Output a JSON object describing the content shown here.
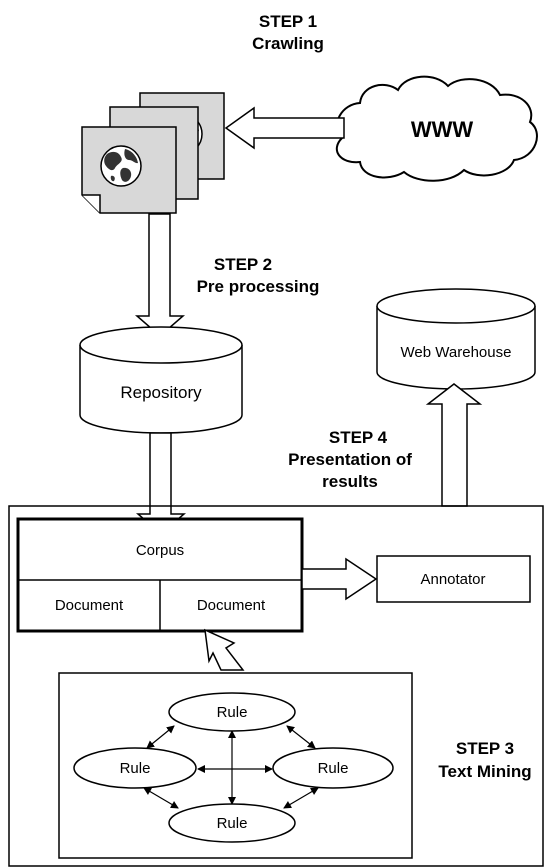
{
  "steps": {
    "step1": {
      "title": "STEP 1",
      "name": "Crawling"
    },
    "step2": {
      "title": "STEP 2",
      "name": "Pre processing"
    },
    "step3": {
      "title": "STEP 3",
      "name": "Text Mining"
    },
    "step4": {
      "title": "STEP 4",
      "name_line1": "Presentation of",
      "name_line2": "results"
    }
  },
  "nodes": {
    "www": "WWW",
    "repository": "Repository",
    "web_warehouse": "Web Warehouse",
    "corpus": "Corpus",
    "document_left": "Document",
    "document_right": "Document",
    "annotator": "Annotator",
    "rule_top": "Rule",
    "rule_left": "Rule",
    "rule_right": "Rule",
    "rule_bottom": "Rule"
  },
  "icons": {
    "web_pages": "globe-document-stack-icon",
    "cloud": "cloud-icon",
    "database": "cylinder-icon"
  }
}
